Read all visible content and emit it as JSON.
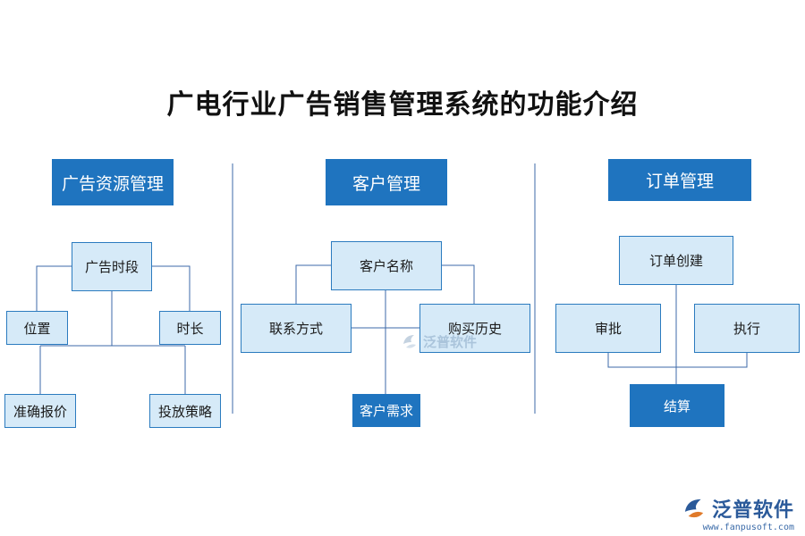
{
  "title": "广电行业广告销售管理系统的功能介绍",
  "sections": {
    "ad_resource": {
      "header": "广告资源管理",
      "root": "广告时段",
      "left": "位置",
      "right": "时长",
      "bottom_left": "准确报价",
      "bottom_right": "投放策略"
    },
    "customer": {
      "header": "客户管理",
      "root": "客户名称",
      "left": "联系方式",
      "right": "购买历史",
      "bottom": "客户需求"
    },
    "order": {
      "header": "订单管理",
      "root": "订单创建",
      "left": "审批",
      "right": "执行",
      "bottom": "结算"
    }
  },
  "watermark": {
    "brand": "泛普软件",
    "url": "www.fanpusoft.com"
  },
  "colors": {
    "header_fill": "#1f74bf",
    "box_fill": "#d6eaf8",
    "box_border": "#2b7bbf",
    "line": "#3d6aa8"
  }
}
